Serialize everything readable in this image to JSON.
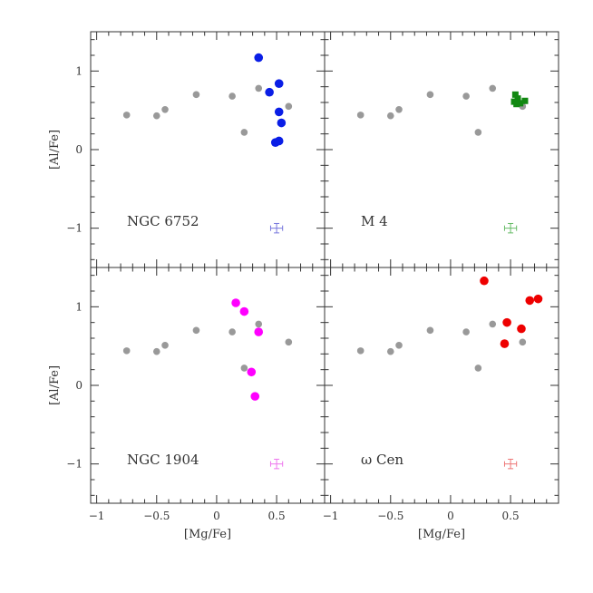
{
  "chart_data": {
    "type": "scatter",
    "layout": "2x2 panels sharing axes",
    "xlabel": "[Mg/Fe]",
    "ylabel": "[Al/Fe]",
    "xlim": [
      -1.05,
      0.9
    ],
    "ylim": [
      -1.5,
      1.5
    ],
    "xticks": [
      -1,
      -0.5,
      0,
      0.5
    ],
    "xtick_labels": [
      "−1",
      "−0.5",
      "0",
      "0.5"
    ],
    "yticks": [
      -1,
      0,
      1
    ],
    "ytick_labels": [
      "−1",
      "0",
      "1"
    ],
    "reference_series": {
      "color": "#999999",
      "points": [
        [
          -0.75,
          0.44
        ],
        [
          -0.5,
          0.43
        ],
        [
          -0.43,
          0.51
        ],
        [
          -0.17,
          0.7
        ],
        [
          0.13,
          0.68
        ],
        [
          0.23,
          0.22
        ],
        [
          0.35,
          0.78
        ],
        [
          0.6,
          0.55
        ]
      ]
    },
    "panels": [
      {
        "label": "NGC 6752",
        "color": "#0a1ee6",
        "marker": "circle",
        "points": [
          [
            0.35,
            1.17
          ],
          [
            0.52,
            0.84
          ],
          [
            0.44,
            0.73
          ],
          [
            0.52,
            0.48
          ],
          [
            0.54,
            0.34
          ],
          [
            0.52,
            0.11
          ],
          [
            0.49,
            0.09
          ]
        ],
        "error_bar": {
          "x": 0.5,
          "y": -1.0,
          "xerr": 0.05,
          "yerr": 0.06,
          "color": "#7777dd"
        }
      },
      {
        "label": "M 4",
        "color": "#118811",
        "marker": "square",
        "points": [
          [
            0.54,
            0.7
          ],
          [
            0.56,
            0.65
          ],
          [
            0.53,
            0.61
          ],
          [
            0.58,
            0.59
          ],
          [
            0.62,
            0.62
          ],
          [
            0.55,
            0.58
          ]
        ],
        "error_bar": {
          "x": 0.5,
          "y": -1.0,
          "xerr": 0.05,
          "yerr": 0.06,
          "color": "#66bb66"
        }
      },
      {
        "label": "NGC 1904",
        "color": "#ff00ff",
        "marker": "circle",
        "points": [
          [
            0.16,
            1.05
          ],
          [
            0.23,
            0.94
          ],
          [
            0.35,
            0.68
          ],
          [
            0.29,
            0.17
          ],
          [
            0.32,
            -0.14
          ]
        ],
        "error_bar": {
          "x": 0.5,
          "y": -1.0,
          "xerr": 0.05,
          "yerr": 0.06,
          "color": "#ee77ee"
        }
      },
      {
        "label": "ω Cen",
        "color": "#ee0000",
        "marker": "circle",
        "points": [
          [
            0.28,
            1.33
          ],
          [
            0.73,
            1.1
          ],
          [
            0.66,
            1.08
          ],
          [
            0.47,
            0.8
          ],
          [
            0.59,
            0.72
          ],
          [
            0.45,
            0.53
          ]
        ],
        "error_bar": {
          "x": 0.5,
          "y": -1.0,
          "xerr": 0.05,
          "yerr": 0.06,
          "color": "#ee7777"
        }
      }
    ]
  }
}
